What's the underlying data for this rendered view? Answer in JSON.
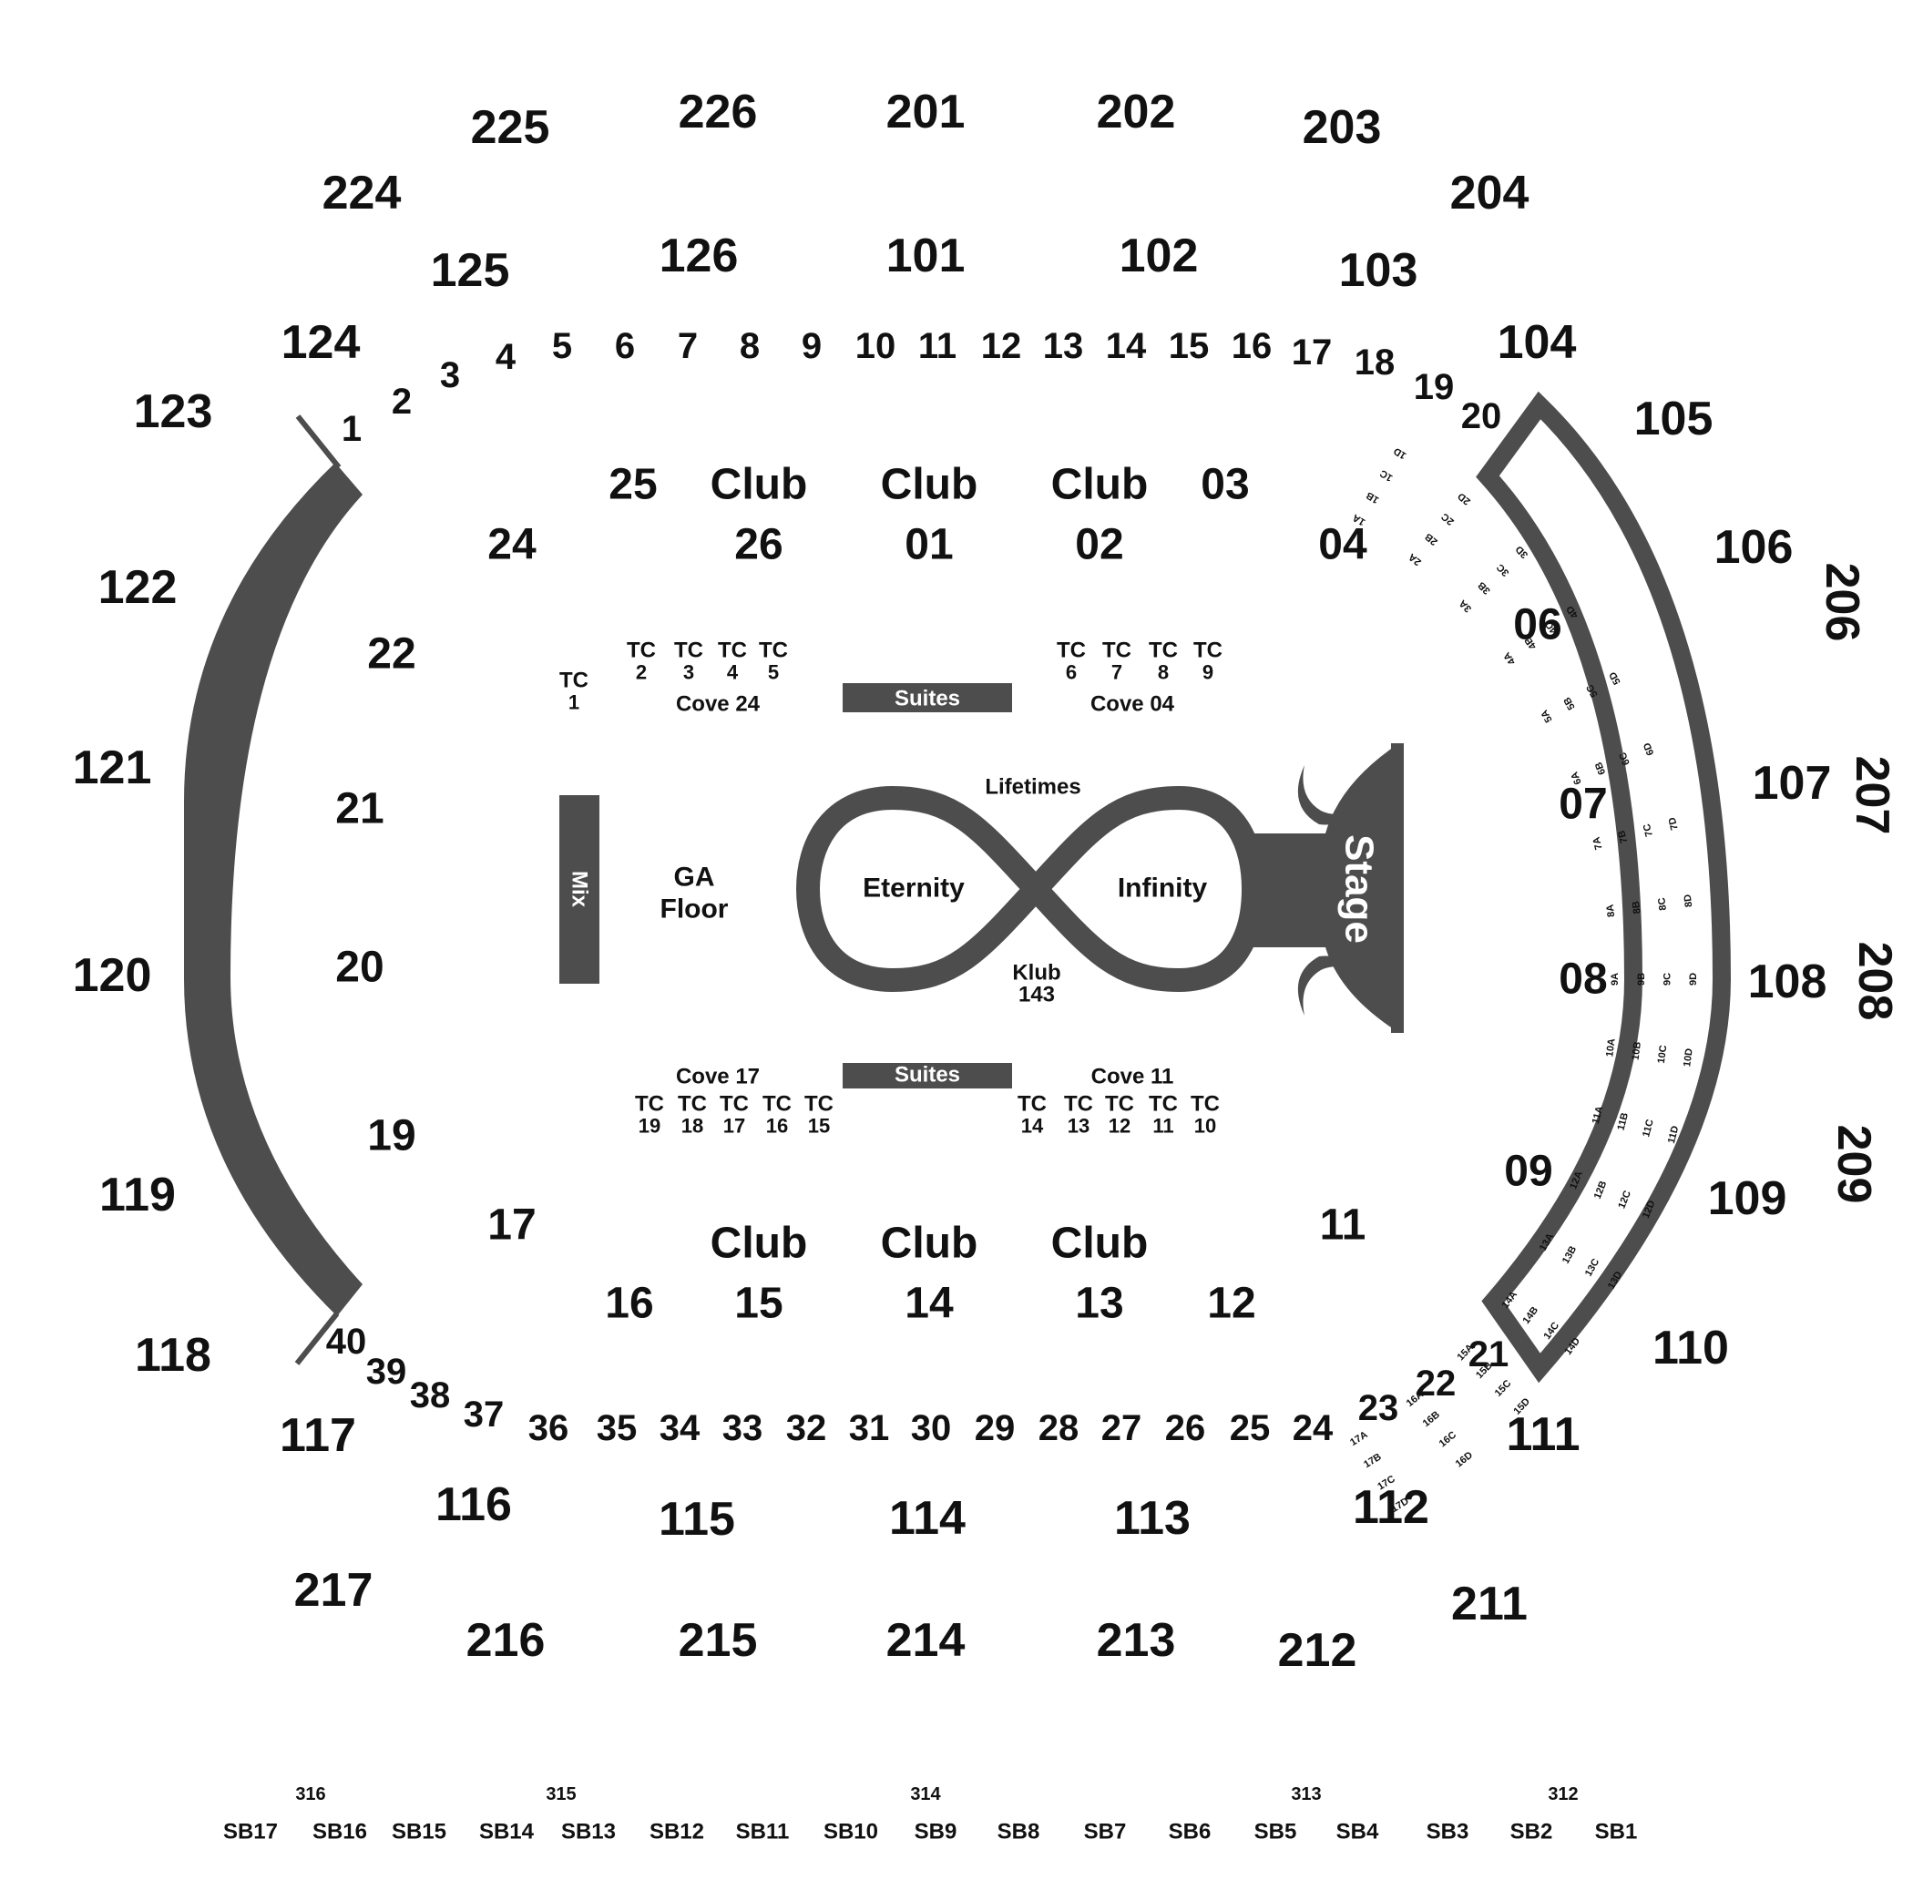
{
  "colors": {
    "block": "#4d4d4d",
    "text": "#111111",
    "background": "#ffffff",
    "white_text": "#ffffff"
  },
  "sections_200_top": [
    "225",
    "226",
    "201",
    "202",
    "203",
    "224",
    "204"
  ],
  "sections_200_right": [
    "206",
    "207",
    "208",
    "209"
  ],
  "sections_200_bottom": [
    "217",
    "216",
    "215",
    "214",
    "213",
    "212",
    "211"
  ],
  "sections_100": [
    "125",
    "126",
    "101",
    "102",
    "103",
    "124",
    "104",
    "123",
    "105",
    "122",
    "106",
    "121",
    "107",
    "120",
    "108",
    "119",
    "109",
    "118",
    "110",
    "117",
    "111",
    "116",
    "115",
    "114",
    "113",
    "112"
  ],
  "floor_top_row": [
    "1",
    "2",
    "3",
    "4",
    "5",
    "6",
    "7",
    "8",
    "9",
    "10",
    "11",
    "12",
    "13",
    "14",
    "15",
    "16",
    "17",
    "18",
    "19",
    "20"
  ],
  "floor_bottom_row": [
    "40",
    "39",
    "38",
    "37",
    "36",
    "35",
    "34",
    "33",
    "32",
    "31",
    "30",
    "29",
    "28",
    "27",
    "26",
    "25",
    "24",
    "23",
    "22",
    "21"
  ],
  "inner_sections": [
    {
      "top": "25"
    },
    {
      "top": "Club",
      "bottom": "26"
    },
    {
      "top": "Club",
      "bottom": "01"
    },
    {
      "top": "Club",
      "bottom": "02"
    },
    {
      "top": "03"
    },
    {
      "top": "24"
    },
    {
      "top": "04"
    },
    {
      "top": "22"
    },
    {
      "top": "21"
    },
    {
      "top": "20"
    },
    {
      "top": "19"
    },
    {
      "top": "17"
    },
    {
      "top": "11"
    },
    {
      "top": "16"
    },
    {
      "top": "Club",
      "bottom": "15"
    },
    {
      "top": "Club",
      "bottom": "14"
    },
    {
      "top": "Club",
      "bottom": "13"
    },
    {
      "top": "12"
    },
    {
      "top": "06"
    },
    {
      "top": "07"
    },
    {
      "top": "08"
    },
    {
      "top": "09"
    }
  ],
  "tables_top": [
    {
      "line1": "TC",
      "line2": "1"
    },
    {
      "line1": "TC",
      "line2": "2"
    },
    {
      "line1": "TC",
      "line2": "3"
    },
    {
      "line1": "TC",
      "line2": "4"
    },
    {
      "line1": "TC",
      "line2": "5"
    },
    {
      "line1": "TC",
      "line2": "6"
    },
    {
      "line1": "TC",
      "line2": "7"
    },
    {
      "line1": "TC",
      "line2": "8"
    },
    {
      "line1": "TC",
      "line2": "9"
    }
  ],
  "tables_bottom": [
    {
      "line1": "TC",
      "line2": "19"
    },
    {
      "line1": "TC",
      "line2": "18"
    },
    {
      "line1": "TC",
      "line2": "17"
    },
    {
      "line1": "TC",
      "line2": "16"
    },
    {
      "line1": "TC",
      "line2": "15"
    },
    {
      "line1": "TC",
      "line2": "14"
    },
    {
      "line1": "TC",
      "line2": "13"
    },
    {
      "line1": "TC",
      "line2": "12"
    },
    {
      "line1": "TC",
      "line2": "11"
    },
    {
      "line1": "TC",
      "line2": "10"
    }
  ],
  "coves": [
    "Cove 24",
    "Cove 04",
    "Cove 17",
    "Cove 11"
  ],
  "suites": [
    "Suites",
    "Suites"
  ],
  "mix": "Mix",
  "ga_floor": {
    "line1": "GA",
    "line2": "Floor"
  },
  "lifetimes": "Lifetimes",
  "eternity": "Eternity",
  "infinity": "Infinity",
  "klub": {
    "line1": "Klub",
    "line2": "143"
  },
  "stage": "Stage",
  "right_rows": [
    [
      "1A",
      "1B",
      "1C",
      "1D"
    ],
    [
      "2A",
      "2B",
      "2C",
      "2D"
    ],
    [
      "3A",
      "3B",
      "3C",
      "3D"
    ],
    [
      "4A",
      "4B",
      "4C",
      "4D"
    ],
    [
      "5A",
      "5B",
      "5C",
      "5D"
    ],
    [
      "6A",
      "6B",
      "6C",
      "6D"
    ],
    [
      "7A",
      "7B",
      "7C",
      "7D"
    ],
    [
      "8A",
      "8B",
      "8C",
      "8D"
    ],
    [
      "9A",
      "9B",
      "9C",
      "9D"
    ],
    [
      "10A",
      "10B",
      "10C",
      "10D"
    ],
    [
      "11A",
      "11B",
      "11C",
      "11D"
    ],
    [
      "12A",
      "12B",
      "12C",
      "12D"
    ],
    [
      "13A",
      "13B",
      "13C",
      "13D"
    ],
    [
      "14A",
      "14B",
      "14C",
      "14D"
    ],
    [
      "15A",
      "15B",
      "15C",
      "15D"
    ],
    [
      "16A",
      "16B",
      "16C",
      "16D"
    ],
    [
      "17A",
      "17B",
      "17C",
      "17D"
    ]
  ],
  "sections_300": [
    "316",
    "315",
    "314",
    "313",
    "312"
  ],
  "skyboxes": [
    "SB17",
    "SB16",
    "SB15",
    "SB14",
    "SB13",
    "SB12",
    "SB11",
    "SB10",
    "SB9",
    "SB8",
    "SB7",
    "SB6",
    "SB5",
    "SB4",
    "SB3",
    "SB2",
    "SB1"
  ]
}
